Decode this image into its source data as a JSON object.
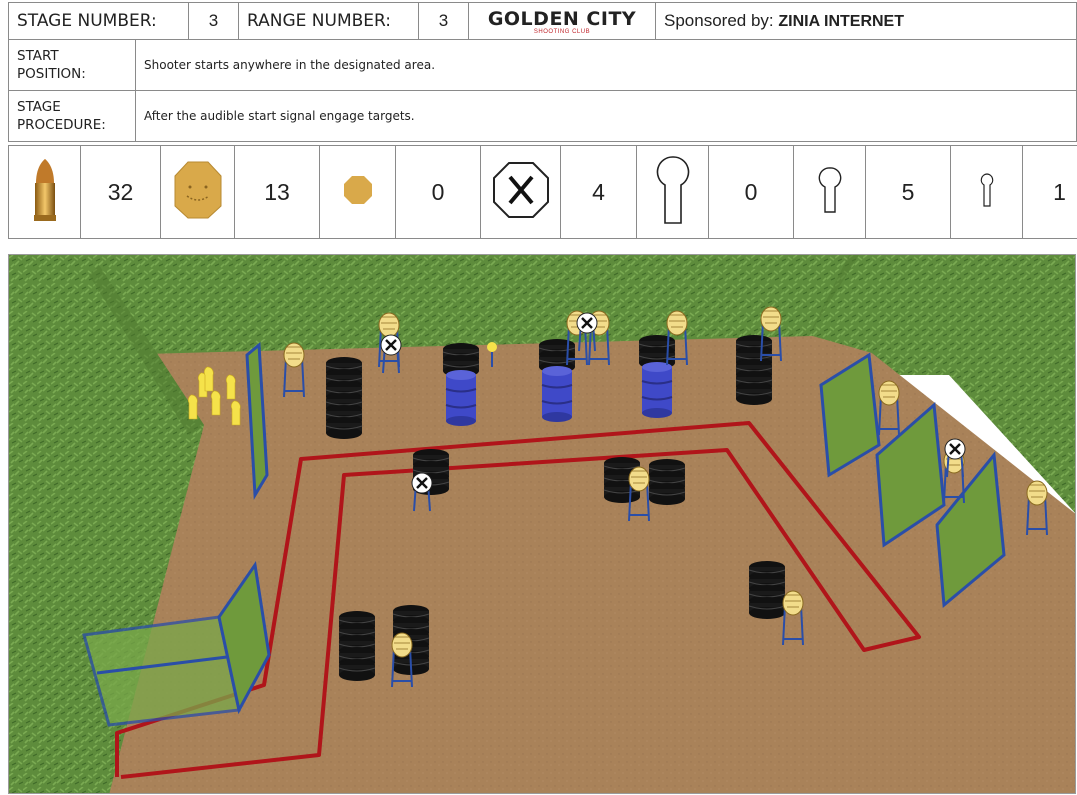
{
  "header": {
    "stage_number_label": "STAGE NUMBER:",
    "stage_number": "3",
    "range_number_label": "RANGE NUMBER:",
    "range_number": "3",
    "club_logo_main": "GOLDEN CITY",
    "club_logo_sub": "SHOOTING CLUB",
    "sponsor_prefix": "Sponsored by:",
    "sponsor_name": "ZINIA INTERNET"
  },
  "start_position": {
    "label_line1": "START",
    "label_line2": "POSITION:",
    "text": "Shooter starts anywhere in the designated area."
  },
  "stage_procedure": {
    "label_line1": "STAGE",
    "label_line2": "PROCEDURE:",
    "text": "After the audible start signal engage targets."
  },
  "target_counts": [
    {
      "icon": "bullet-icon",
      "count": "32"
    },
    {
      "icon": "large-steel-plate-icon",
      "count": "13"
    },
    {
      "icon": "small-steel-plate-icon",
      "count": "0"
    },
    {
      "icon": "no-shoot-x-icon",
      "count": "4"
    },
    {
      "icon": "large-popper-icon",
      "count": "0"
    },
    {
      "icon": "medium-popper-icon",
      "count": "5"
    },
    {
      "icon": "small-popper-icon",
      "count": "1"
    }
  ],
  "colors": {
    "steel": "#d9a94a",
    "grass": "#5f8f3e",
    "dirt": "#a9825a",
    "fault_line": "#b0151a",
    "barrel": "#3f49c8",
    "wall_frame": "#2a4ea8",
    "wall_panel": "#6f9a3c"
  }
}
